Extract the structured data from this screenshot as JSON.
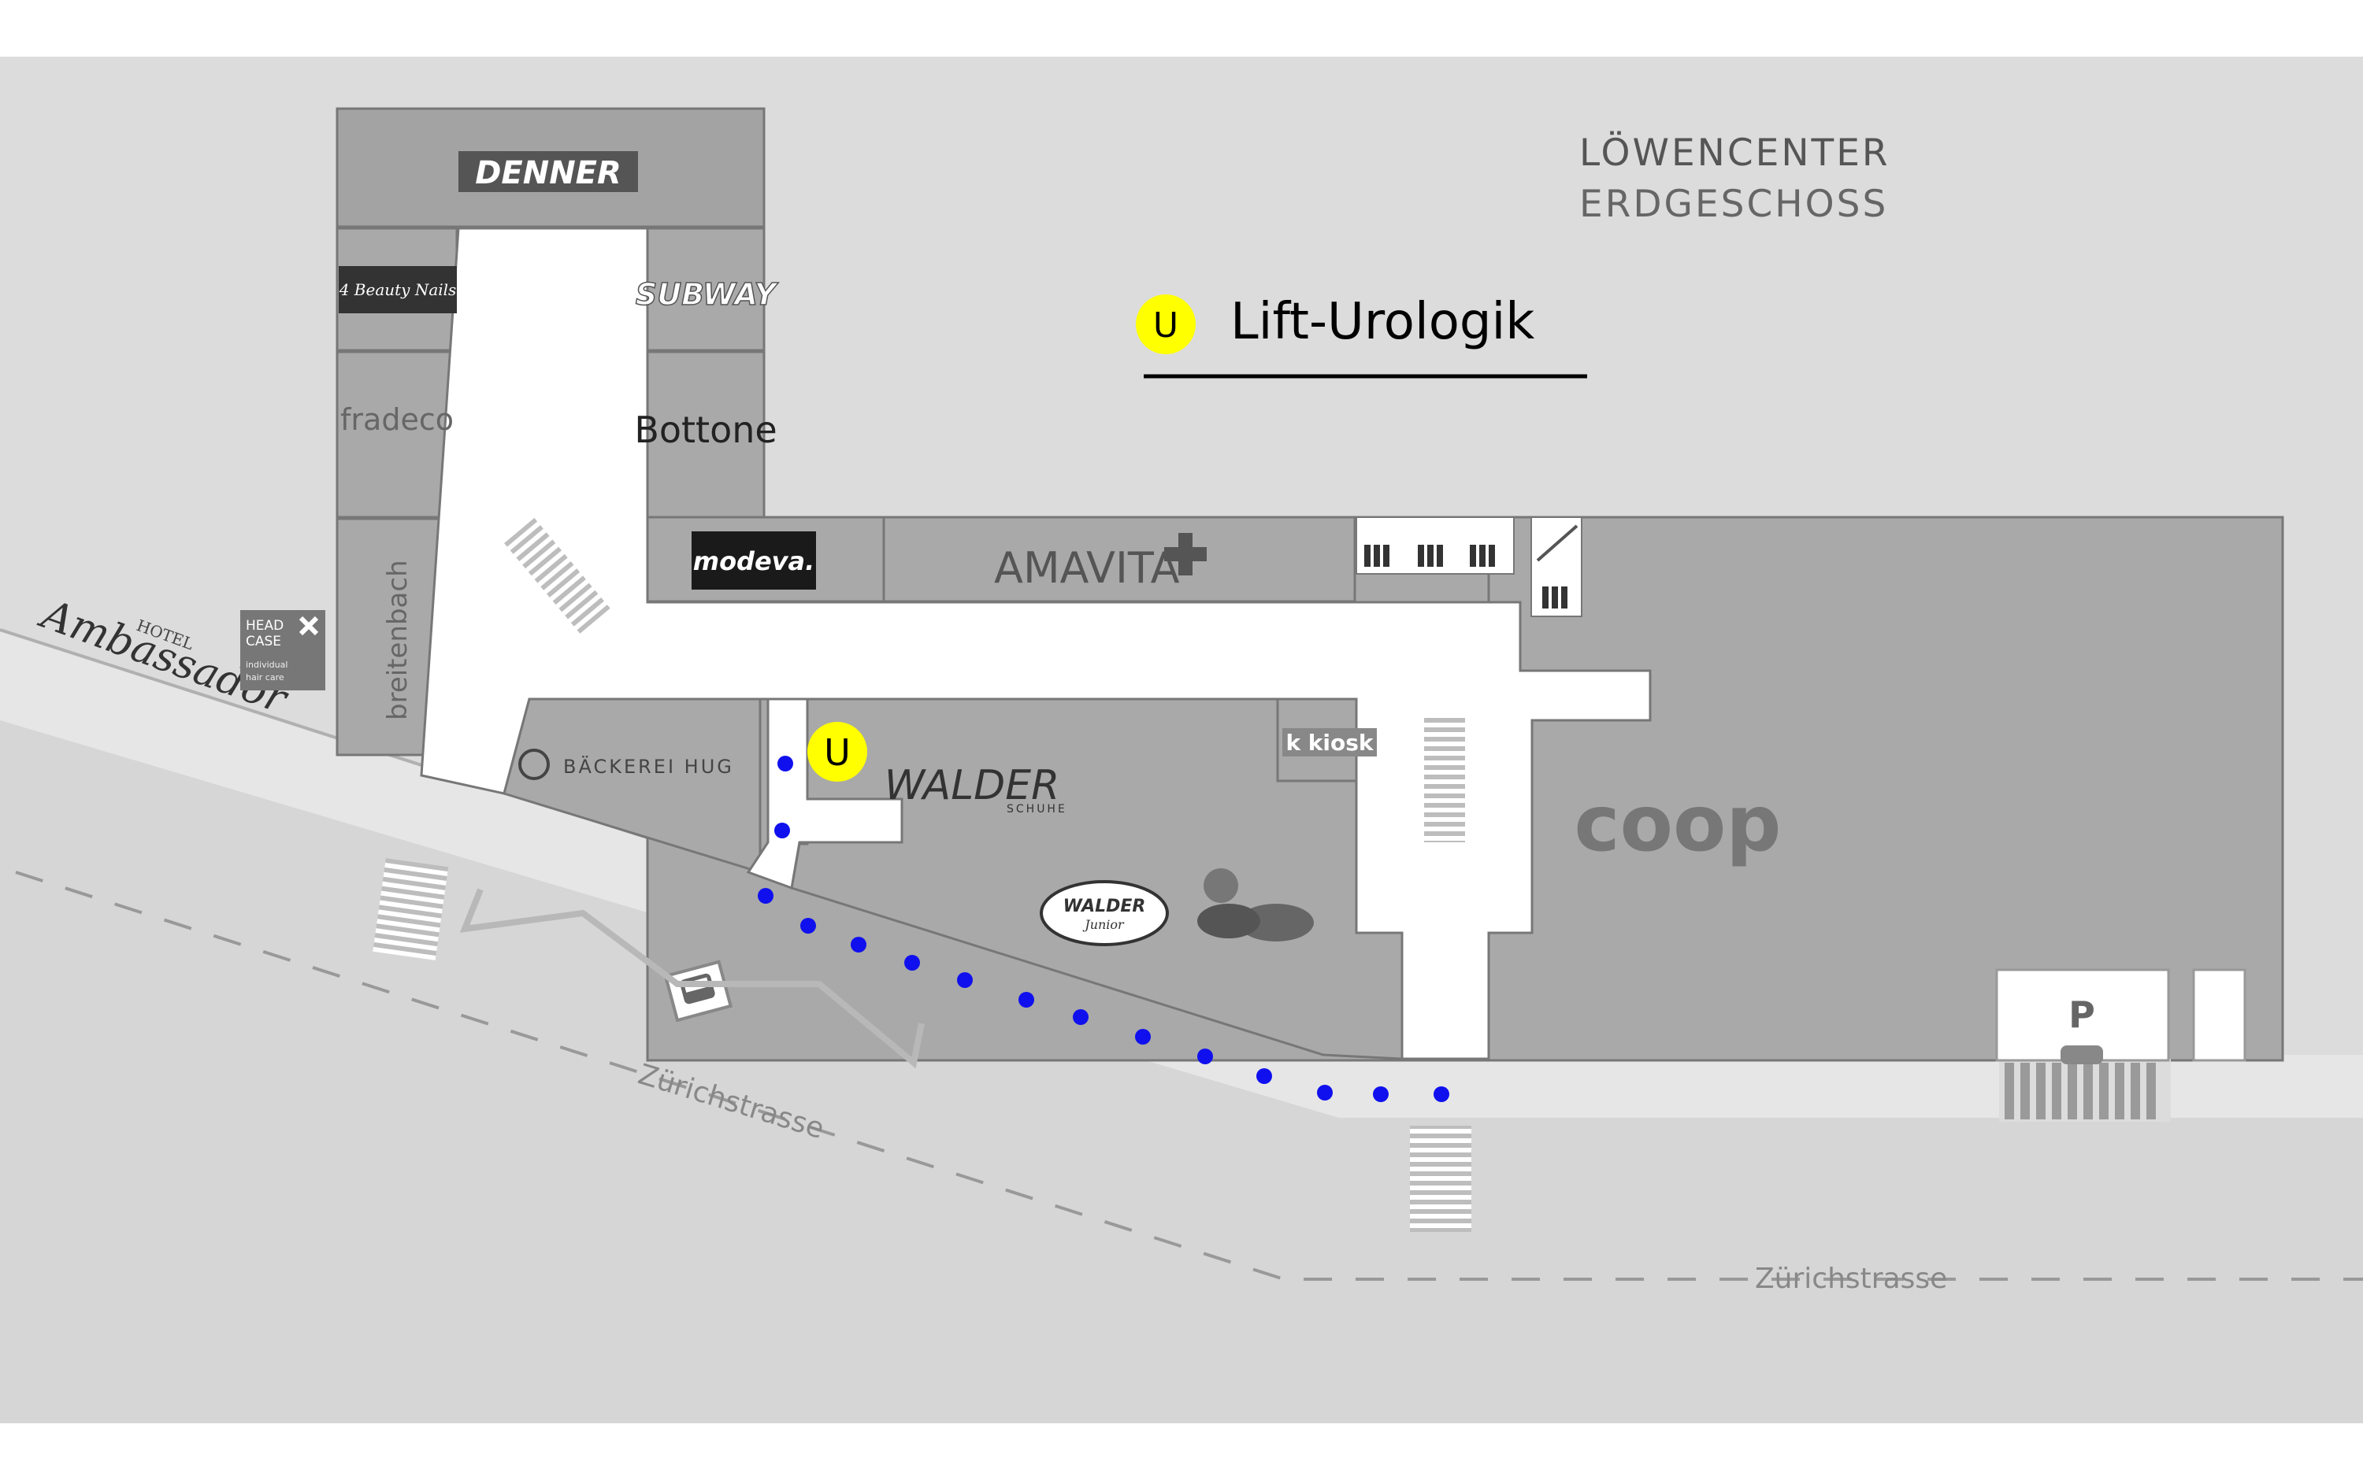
{
  "header": {
    "title_line1": "LÖWENCENTER",
    "title_line2": "ERDGESCHOSS"
  },
  "legend": {
    "marker_letter": "U",
    "label": "Lift-Urologik"
  },
  "stores": {
    "denner": "DENNER",
    "beauty": "4 Beauty Nails",
    "subway": "SUBWAY",
    "fradeco": "fradeco",
    "bottone": "Bottone",
    "breitenbach": "breitenbach",
    "modeva": "modeva.",
    "amavita": "AMAVITA",
    "hotel_small": "HOTEL",
    "hotel": "Ambassador",
    "headcase_line1": "HEAD",
    "headcase_line2": "CASE",
    "headcase_line3": "individual",
    "headcase_line4": "hair care",
    "baeckerei": "BÄCKEREI HUG",
    "walder": "WALDER",
    "walder_sub": "SCHUHE",
    "walder_junior": "WALDER",
    "walder_junior_sub": "Junior",
    "kiosk": "k kiosk",
    "coop": "coop",
    "parking": "P"
  },
  "map_marker": {
    "letter": "U"
  },
  "streets": {
    "street_1": "Zürichstrasse",
    "street_2": "Zürichstrasse"
  },
  "colors": {
    "marker_yellow": "#ffff00",
    "route_blue": "#1010ee",
    "building": "#a8a8a8",
    "corridor": "#ffffff",
    "background": "#dcdcdc",
    "road": "#d4d4d4"
  },
  "icons": {
    "bus": "bus-icon",
    "parking": "parking-icon",
    "elevator": "elevator-icon",
    "escalator": "escalator-icon",
    "pharmacy_cross": "pharmacy-cross-icon",
    "close_x": "close-icon"
  }
}
